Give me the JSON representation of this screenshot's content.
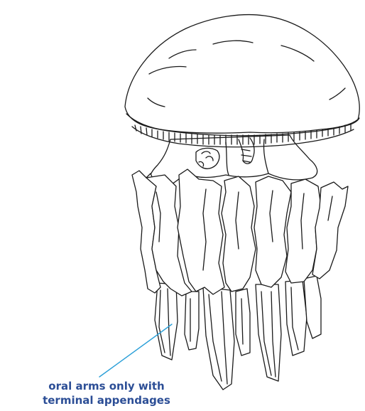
{
  "callout": {
    "line1": "oral arms only with",
    "line2": "terminal appendages",
    "text_color": "#2c4e96",
    "leader_color": "#2a9fd8"
  },
  "illustration": {
    "subject": "jellyfish-line-drawing",
    "stroke_color": "#1a1a1a",
    "fill_color": "#ffffff"
  }
}
